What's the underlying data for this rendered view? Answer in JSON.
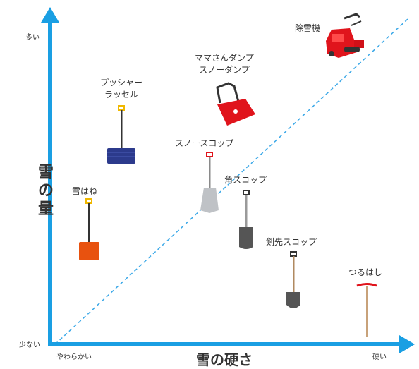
{
  "axes": {
    "y_title": "雪の量",
    "y_top": "多い",
    "y_bottom": "少ない",
    "x_title": "雪の硬さ",
    "x_left": "やわらかい",
    "x_right": "硬い"
  },
  "tools": {
    "snow_blower": "除雪機",
    "mama_dump_line1": "ママさんダンプ",
    "mama_dump_line2": "スノーダンプ",
    "pusher_line1": "プッシャー",
    "pusher_line2": "ラッセル",
    "snow_scoop": "スノースコップ",
    "square_shovel": "角スコップ",
    "yukihane": "雪はね",
    "pointed_shovel": "剣先スコップ",
    "pickaxe": "つるはし"
  },
  "colors": {
    "axis": "#1a9fe3",
    "diagonal": "#3aa8e8",
    "red": "#e0141c",
    "orange": "#e8520f",
    "navy": "#2c3a8c",
    "yellow": "#f0b800",
    "dark_gray": "#555555",
    "wood": "#c8a27a"
  }
}
